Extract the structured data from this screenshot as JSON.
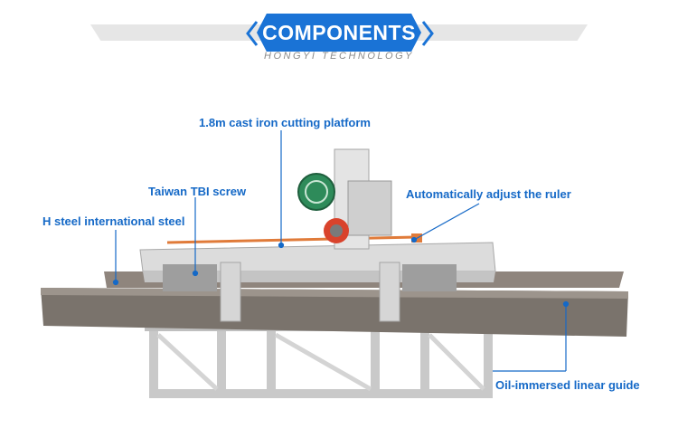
{
  "header": {
    "title": "COMPONENTS",
    "subtitle": "HONGYI TECHNOLOGY",
    "accent_color": "#1a73d6"
  },
  "callouts": {
    "platform": "1.8m cast iron cutting platform",
    "screw": "Taiwan TBI screw",
    "h_steel": "H steel international steel",
    "ruler": "Automatically adjust the ruler",
    "guide": "Oil-immersed linear guide"
  },
  "image": {
    "subject": "tile-cutting-machine-photo"
  }
}
